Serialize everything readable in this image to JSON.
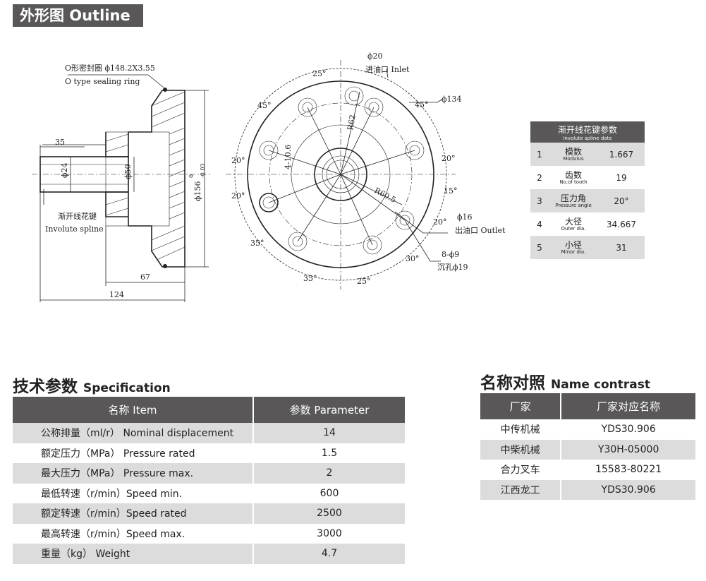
{
  "outline": {
    "title": "外形图 Outline"
  },
  "drawing": {
    "labels": {
      "oring": "O形密封圈 ϕ148.2X3.55",
      "oring_en": "O type sealing ring",
      "d35": "35",
      "d24": "ϕ24",
      "d50": "ϕ50",
      "d156": "ϕ156",
      "d156_tol_top": "0",
      "d156_tol_bot": "-0.03",
      "spline": "渐开线花键",
      "spline_en": "Involute spline",
      "d67": "67",
      "d124": "124",
      "phi20": "ϕ20",
      "inlet": "进油口 Inlet",
      "phi134": "ϕ134",
      "phi16": "ϕ16",
      "outlet": "出油口 Outlet",
      "holes": "8-ϕ9",
      "counterbore": "沉孔ϕ19",
      "r62": "R62",
      "r605": "R60.5",
      "m106": "4-10.6",
      "a25_top": "25°",
      "a45_left": "45°",
      "a45_right": "45°",
      "a20_l1": "20°",
      "a20_l2": "20°",
      "a20_r1": "20°",
      "a15": "15°",
      "a20_r2": "20°",
      "a35_left": "35°",
      "a30": "30°",
      "a35_bot": "35°",
      "a25_bot": "25°"
    }
  },
  "spline_table": {
    "header": "渐开线花键参数",
    "header_en": "Involute spline date",
    "rows": [
      {
        "num": "1",
        "name": "模数",
        "name_en": "Modulus",
        "value": "1.667"
      },
      {
        "num": "2",
        "name": "齿数",
        "name_en": "No.of tooth",
        "value": "19"
      },
      {
        "num": "3",
        "name": "压力角",
        "name_en": "Pressure angle",
        "value": "20°"
      },
      {
        "num": "4",
        "name": "大径",
        "name_en": "Outer dia.",
        "value": "34.667"
      },
      {
        "num": "5",
        "name": "小径",
        "name_en": "Minor dia.",
        "value": "31"
      }
    ]
  },
  "spec": {
    "title": "技术参数",
    "title_en": "Specification",
    "col1": "名称 Item",
    "col2": "参数 Parameter",
    "rows": [
      {
        "name": "公称排量（ml/r） Nominal displacement",
        "value": "14"
      },
      {
        "name": "额定压力（MPa） Pressure rated",
        "value": "1.5"
      },
      {
        "name": "最大压力（MPa） Pressure max.",
        "value": "2"
      },
      {
        "name": "最低转速（r/min）Speed min.",
        "value": "600"
      },
      {
        "name": "额定转速（r/min）Speed rated",
        "value": "2500"
      },
      {
        "name": "最高转速（r/min）Speed max.",
        "value": "3000"
      },
      {
        "name": "重量（kg） Weight",
        "value": "4.7"
      }
    ]
  },
  "contrast": {
    "title": "名称对照",
    "title_en": "Name contrast",
    "col1": "厂家",
    "col2": "厂家对应名称",
    "rows": [
      {
        "maker": "中传机械",
        "model": "YDS30.906"
      },
      {
        "maker": "中柴机械",
        "model": "Y30H-05000"
      },
      {
        "maker": "合力叉车",
        "model": "15583-80221"
      },
      {
        "maker": "江西龙工",
        "model": "YDS30.906"
      }
    ]
  }
}
